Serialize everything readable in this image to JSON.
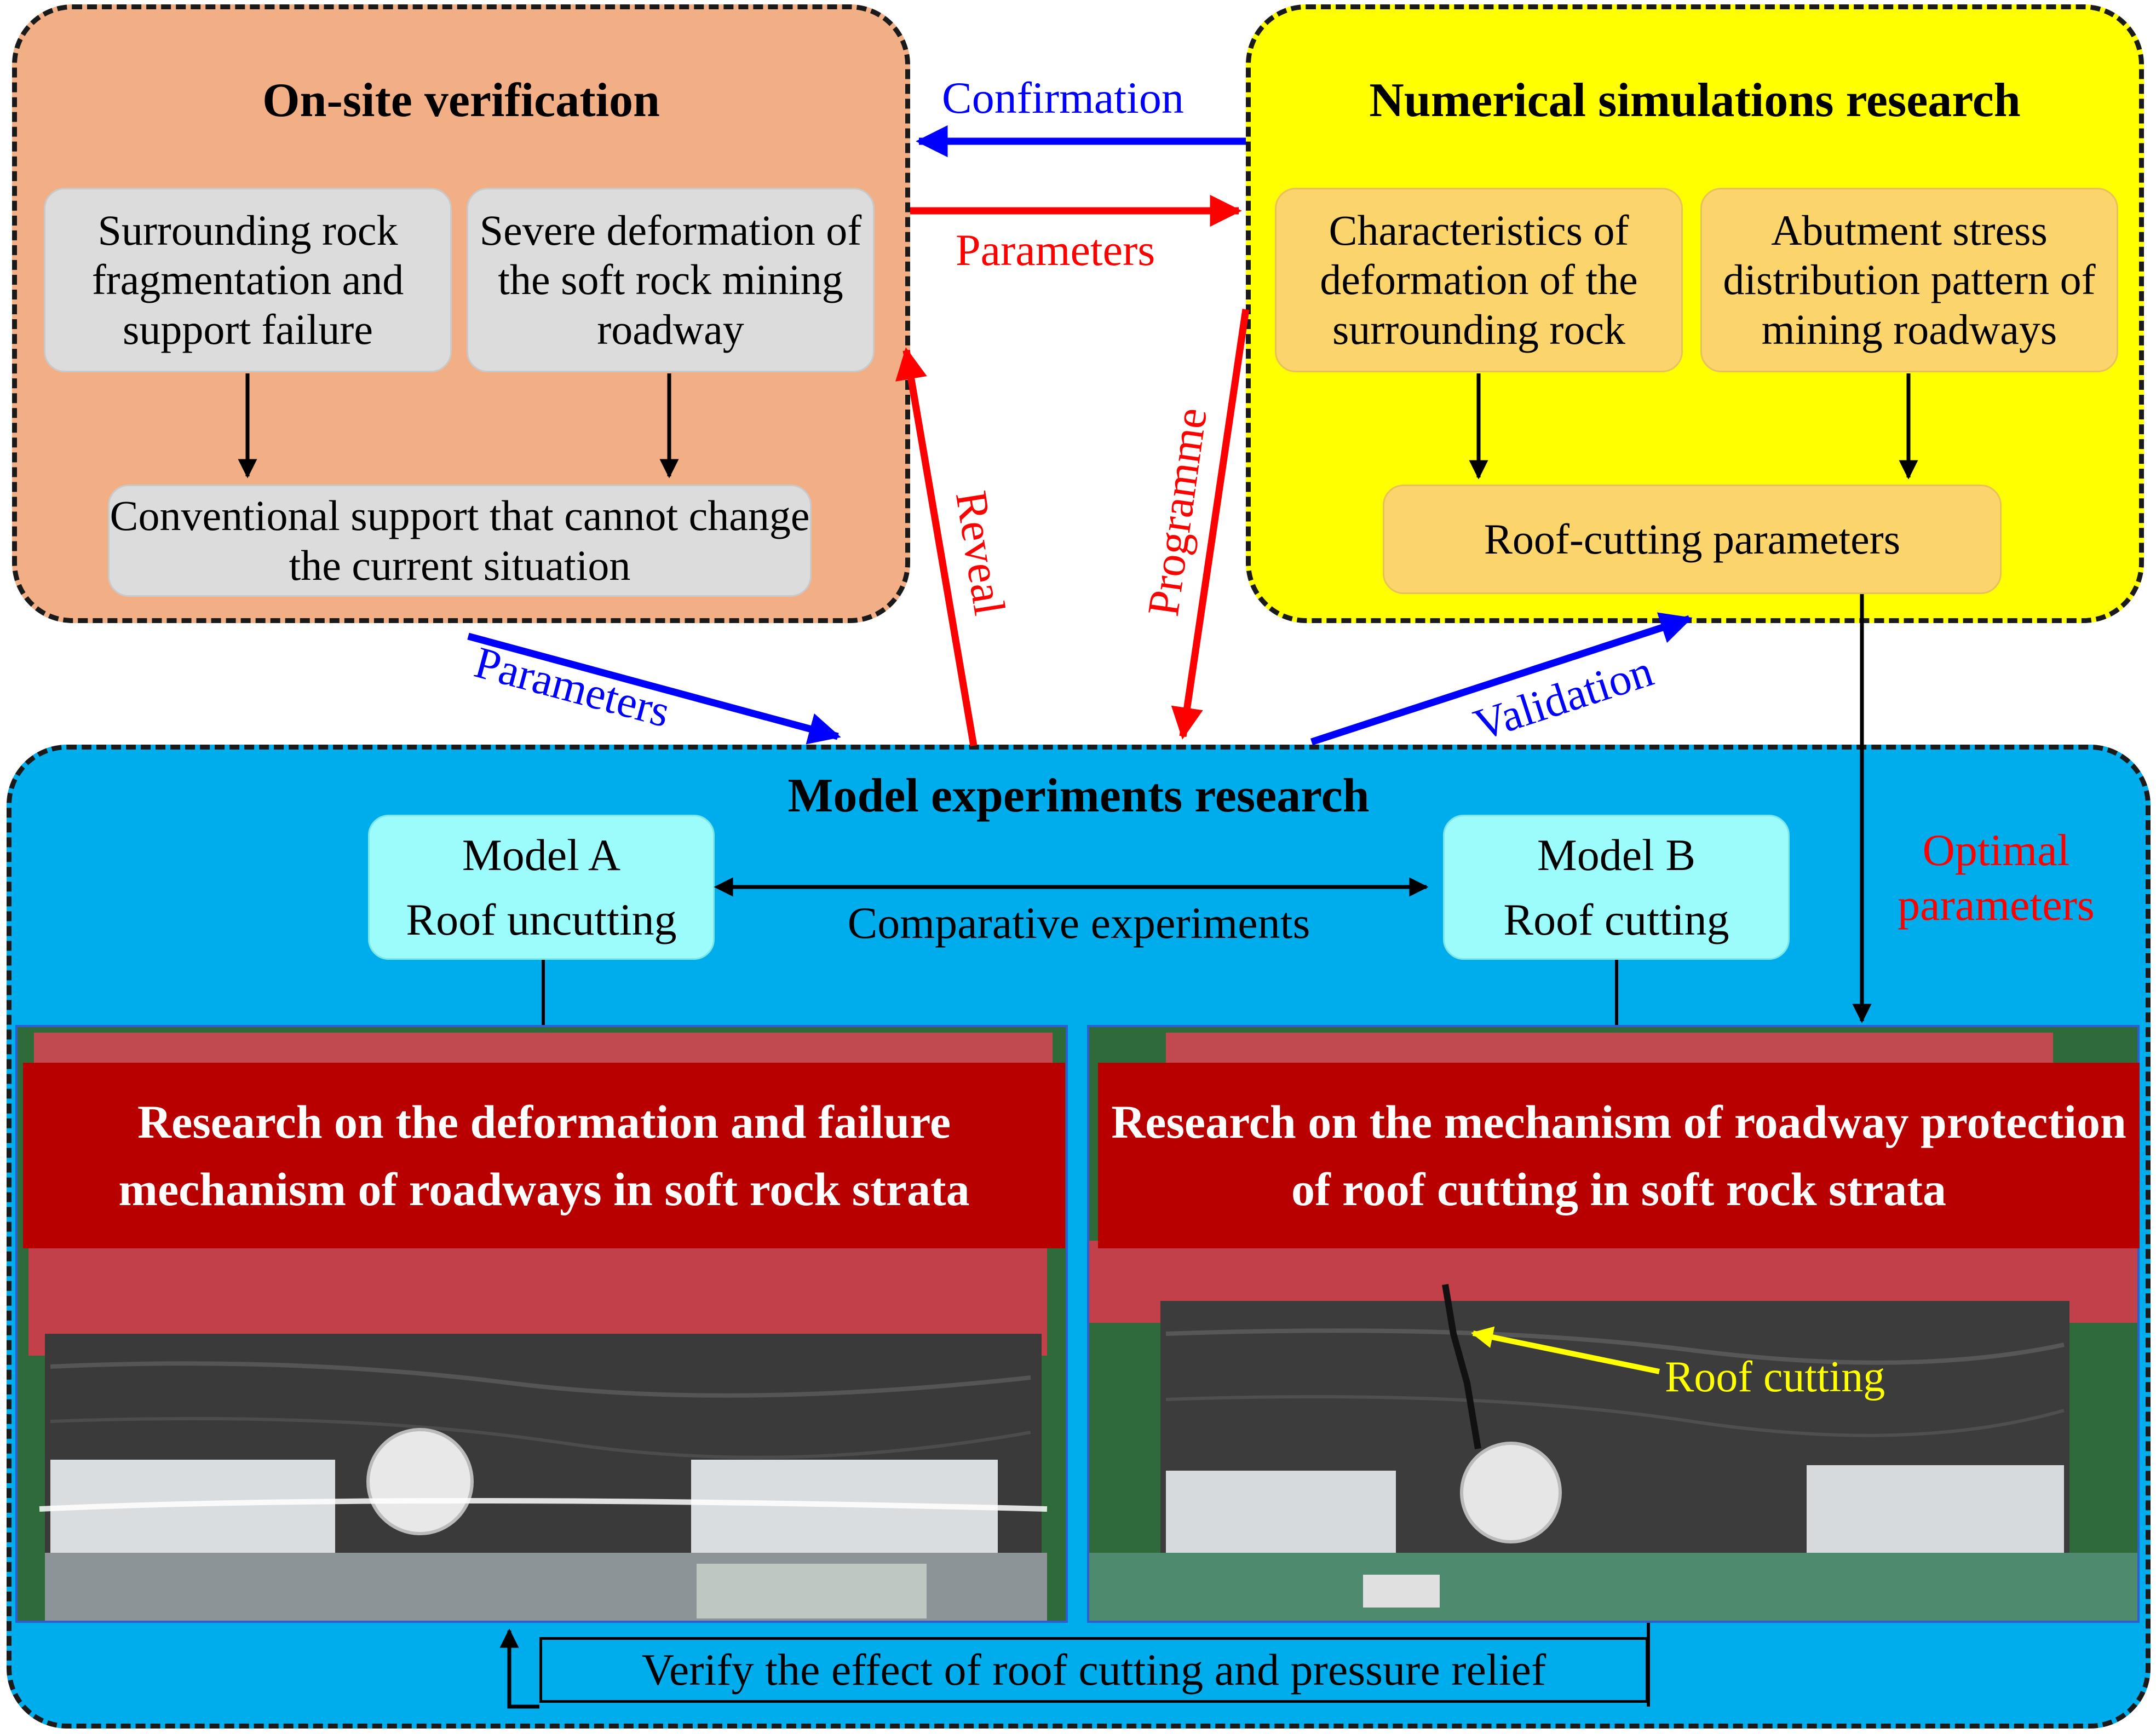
{
  "onsite": {
    "title": "On-site verification",
    "box1": "Surrounding rock fragmentation and support failure",
    "box2": "Severe deformation of the soft rock mining roadway",
    "box3": "Conventional support that cannot change the current situation"
  },
  "numsim": {
    "title": "Numerical simulations research",
    "box1": "Characteristics of deformation of the surrounding rock",
    "box2": "Abutment stress distribution pattern of mining roadways",
    "box3": "Roof-cutting parameters"
  },
  "model": {
    "title": "Model experiments research",
    "modelA_line1": "Model A",
    "modelA_line2": "Roof uncutting",
    "modelB_line1": "Model B",
    "modelB_line2": "Roof cutting",
    "comparative": "Comparative experiments",
    "bannerA": "Research on the deformation and failure mechanism of roadways in soft rock strata",
    "bannerB": "Research on the mechanism of roadway protection of roof cutting in soft rock strata",
    "roof_cutting_label": "Roof cutting",
    "verify": "Verify the effect of roof cutting and pressure relief"
  },
  "arrows": {
    "confirmation": "Confirmation",
    "parameters_top": "Parameters",
    "reveal": "Reveal",
    "programme": "Programme",
    "parameters_bottom": "Parameters",
    "validation": "Validation",
    "optimal_line1": "Optimal",
    "optimal_line2": "parameters"
  },
  "colors": {
    "onsite_bg": "#f2ae85",
    "numsim_bg": "#ffff00",
    "model_bg": "#00adec",
    "red_arrow": "#ff0000",
    "blue_arrow": "#0000ff",
    "banner": "#b80000",
    "roof_label": "#ffff00"
  }
}
